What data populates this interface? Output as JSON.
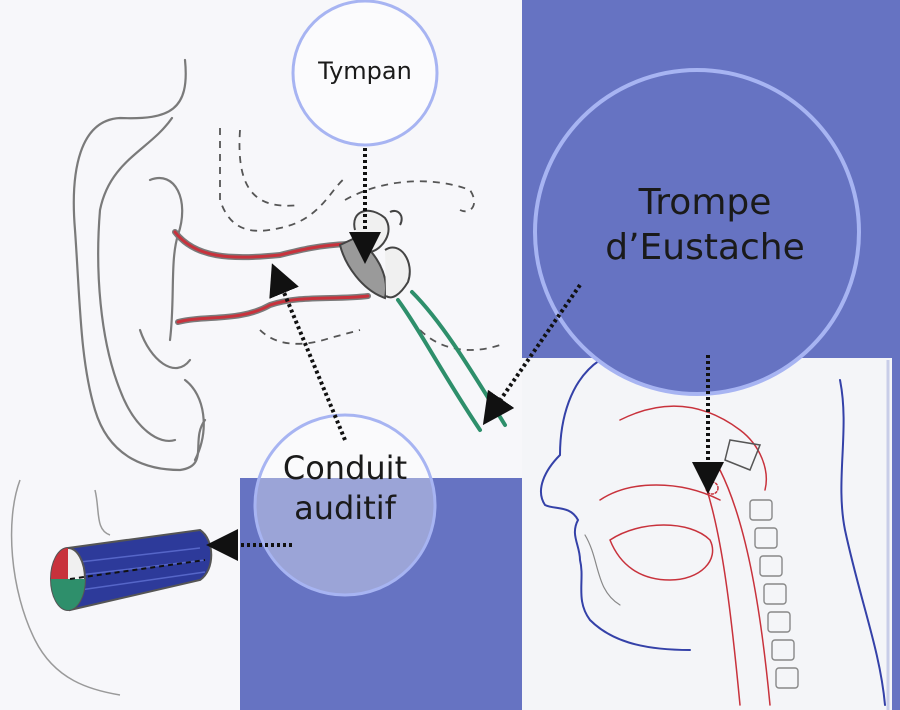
{
  "labels": {
    "tympan": "Tympan",
    "trompe_line1": "Trompe",
    "trompe_line2": "d’Eustache",
    "conduit_line1": "Conduit",
    "conduit_line2": "auditif"
  },
  "colors": {
    "background": "#6673c2",
    "paper": "#f7f7fa",
    "circle_stroke": "#a7b4f2",
    "canal_red": "#c8323c",
    "tube_green": "#2e8f6b",
    "pencil": "#7a7a7a",
    "blue_ink": "#3441a8"
  }
}
